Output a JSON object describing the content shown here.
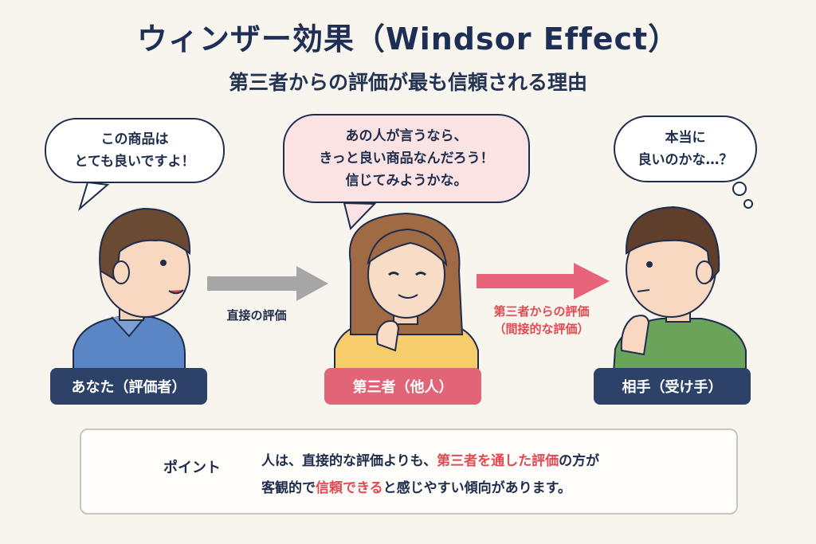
{
  "header": {
    "title": "ウィンザー効果（Windsor Effect）",
    "subtitle": "第三者からの評価が最も信頼される理由"
  },
  "bubbles": {
    "you": [
      "この商品は",
      "とても良いですよ！"
    ],
    "third": [
      "あの人が言うなら、",
      "きっと良い商品なんだろう！",
      "信じてみようかな。"
    ],
    "partner": [
      "本当に",
      "良いのかな…？"
    ]
  },
  "arrows": {
    "direct": "直接の評価",
    "indirect_line1": "第三者からの評価",
    "indirect_line2": "（間接的な評価）"
  },
  "labels": {
    "you": "あなた（評価者）",
    "third": "第三者（他人）",
    "partner": "相手（受け手）"
  },
  "point": {
    "label": "ポイント",
    "line1_a": "人は、直接的な評価よりも、",
    "line1_hl": "第三者を通した評価",
    "line1_b": "の方が",
    "line2_a": "客観的で",
    "line2_hl": "信頼できる",
    "line2_b": "と感じやすい傾向があります。"
  },
  "colors": {
    "navy": "#2c4268",
    "pink": "#e26577",
    "highlight": "#e04a52",
    "bulb": "#f0c24a",
    "shield": "#50607e"
  },
  "icons": [
    "lightbulb-icon",
    "shield-check-icon"
  ]
}
